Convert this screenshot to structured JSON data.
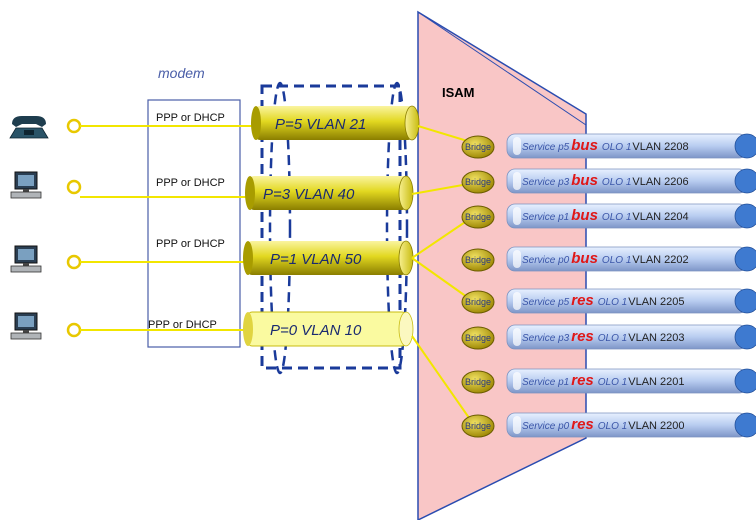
{
  "modem": {
    "label": "modem"
  },
  "isam": {
    "label": "ISAM"
  },
  "devices": [
    {
      "icon": "phone-icon",
      "ppp": "PPP or DHCP",
      "pipe": "P=5 VLAN 21"
    },
    {
      "icon": "computer-icon",
      "ppp": "PPP or DHCP",
      "pipe": "P=3 VLAN 40"
    },
    {
      "icon": "computer-icon",
      "ppp": "PPP or DHCP",
      "pipe": "P=1 VLAN 50"
    },
    {
      "icon": "computer-icon",
      "ppp": "PPP or DHCP",
      "pipe": "P=0 VLAN 10"
    }
  ],
  "bridge_label": "Bridge",
  "services": [
    {
      "service": "Service p5",
      "kind": "bus",
      "olo": "OLO 1",
      "vlan": "VLAN 2208"
    },
    {
      "service": "Service p3",
      "kind": "bus",
      "olo": "OLO 1",
      "vlan": "VLAN 2206"
    },
    {
      "service": "Service p1",
      "kind": "bus",
      "olo": "OLO 1",
      "vlan": "VLAN 2204"
    },
    {
      "service": "Service p0",
      "kind": "bus",
      "olo": "OLO 1",
      "vlan": "VLAN 2202"
    },
    {
      "service": "Service p5",
      "kind": "res",
      "olo": "OLO 1",
      "vlan": "VLAN 2205"
    },
    {
      "service": "Service p3",
      "kind": "res",
      "olo": "OLO 1",
      "vlan": "VLAN 2203"
    },
    {
      "service": "Service p1",
      "kind": "res",
      "olo": "OLO 1",
      "vlan": "VLAN 2201"
    },
    {
      "service": "Service p0",
      "kind": "res",
      "olo": "OLO 1",
      "vlan": "VLAN 2200"
    }
  ],
  "colors": {
    "isam_fill": "#f9c6c6",
    "line": "#f2e600",
    "pipe": "#d8cf10",
    "bridge": "#c9b000",
    "tube": "#bcd0f2",
    "frame": "#2a4cb0",
    "kind": "#e01818"
  }
}
